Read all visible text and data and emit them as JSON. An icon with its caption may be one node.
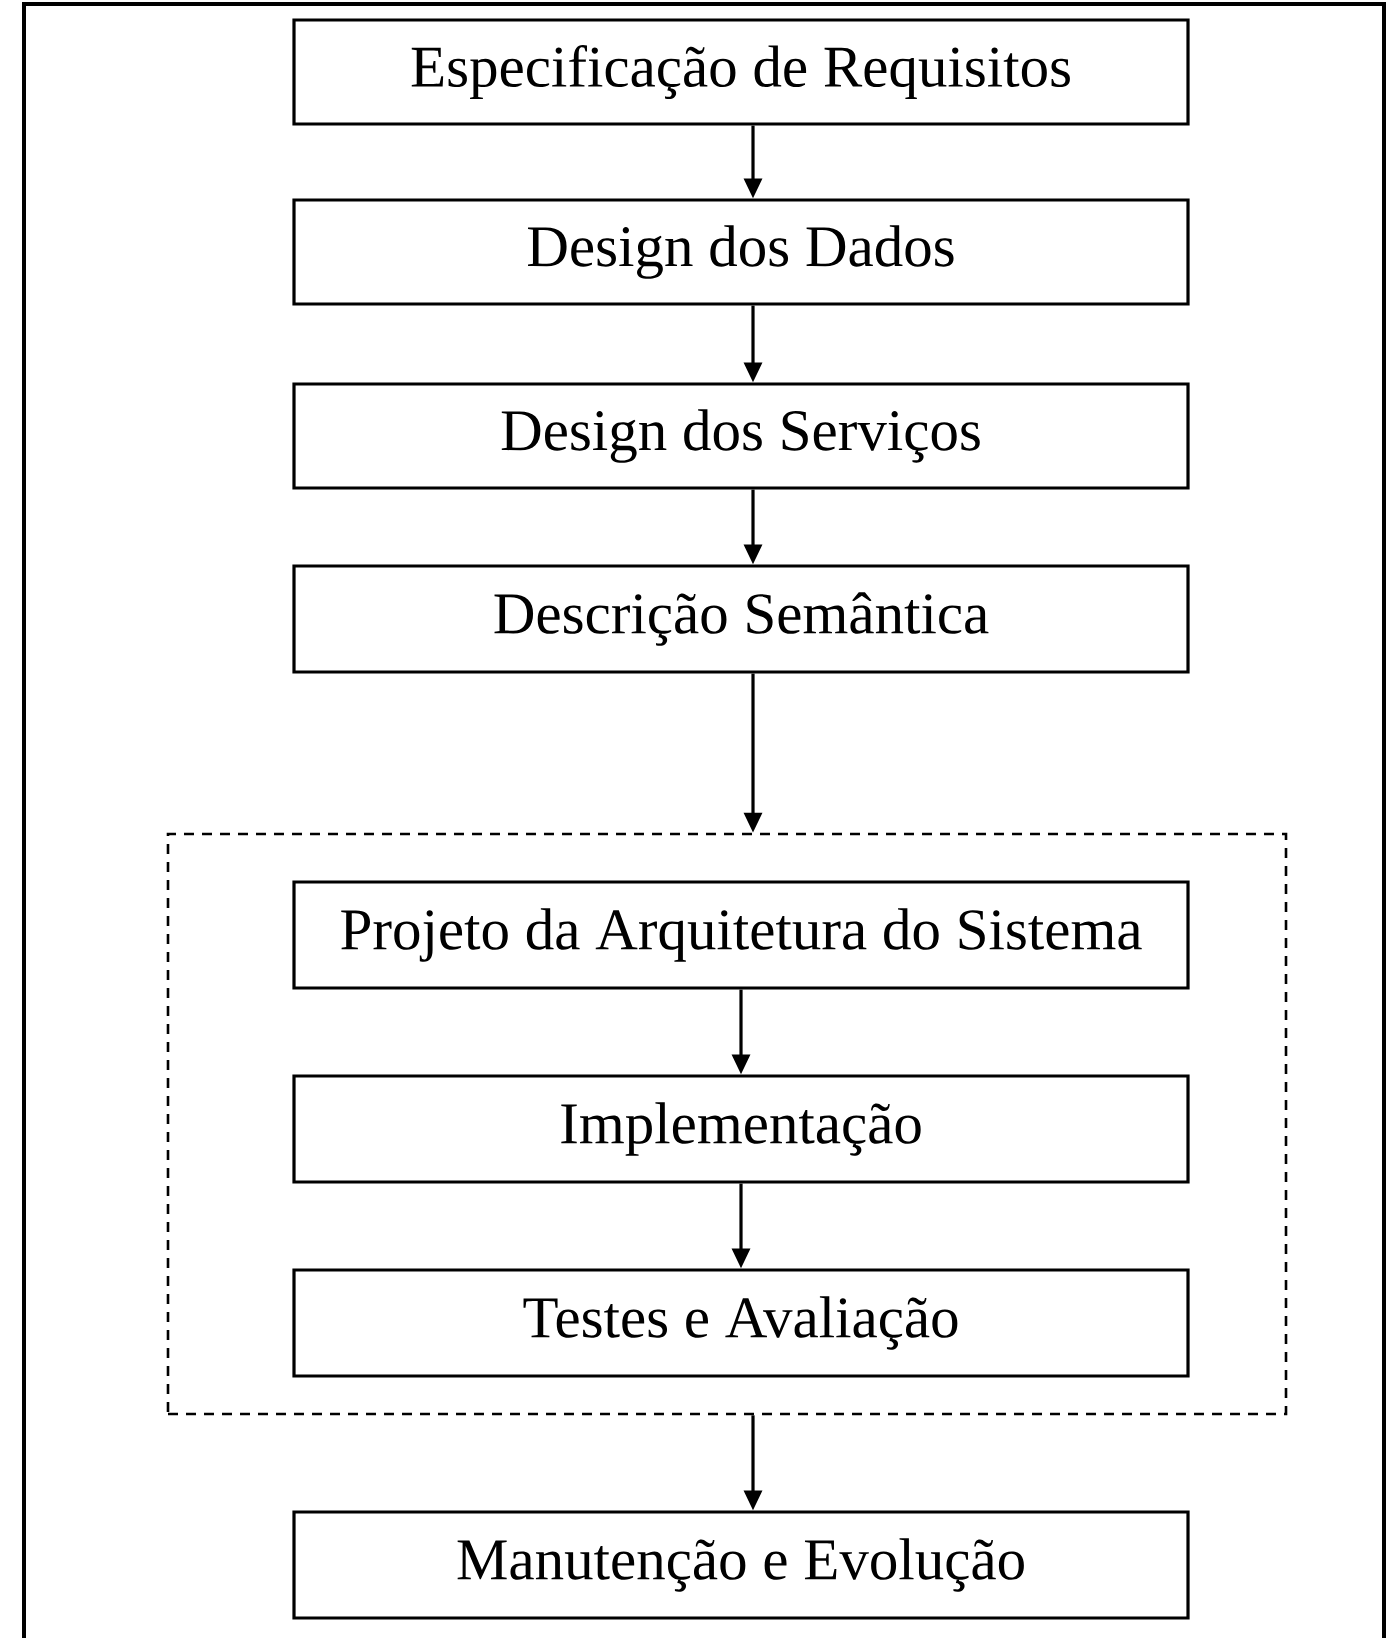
{
  "diagram": {
    "nodes": [
      {
        "text": [
          "Especificação de Requisitos"
        ]
      },
      {
        "text": [
          "Design dos Dados"
        ]
      },
      {
        "text": [
          "Design dos Serviços"
        ]
      },
      {
        "text": [
          "Descrição Semântica"
        ]
      },
      {
        "text": [],
        "shape": "box"
      },
      {
        "text": [
          "Projeto da Arquitetura do Sistema"
        ],
        "in": 4
      },
      {
        "text": [
          "Implementação"
        ],
        "in": 4
      },
      {
        "text": [
          "Testes e Avaliação"
        ],
        "in": 4
      },
      {
        "text": [
          "Manutenção e Evolução"
        ]
      }
    ],
    "edges": [
      {
        "from": 0,
        "to": 1,
        "arrow": "to"
      },
      {
        "from": 1,
        "to": 2,
        "arrow": "to"
      },
      {
        "from": 2,
        "to": 3,
        "arrow": "to"
      },
      {
        "from": 3,
        "to": 4,
        "arrow": "to"
      },
      {
        "from": 5,
        "to": 6,
        "arrow": "to"
      },
      {
        "from": 6,
        "to": 7,
        "arrow": "to"
      },
      {
        "from": 4,
        "to": 8,
        "arrow": "to"
      }
    ]
  }
}
